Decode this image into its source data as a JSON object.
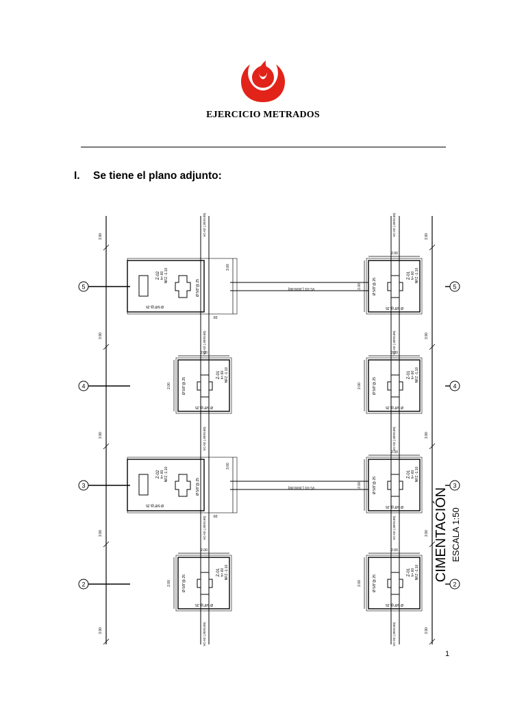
{
  "document": {
    "title": "EJERCICIO METRADOS",
    "section_number": "I.",
    "section_heading": "Se tiene el plano adjunto:",
    "page_number": "1"
  },
  "logo": {
    "icon": "flame-logo-icon",
    "color": "#e2231a"
  },
  "plan": {
    "title": "CIMENTACIÓN",
    "scale": "ESCALA 1:50",
    "axis_labels": [
      "5",
      "4",
      "3",
      "2"
    ],
    "span_dims": [
      "3.90",
      "3.90",
      "3.90",
      "3.90",
      "3.90"
    ],
    "footing_small": {
      "name": "Z-01",
      "depth": "h=.60",
      "level": "NFZ -1.10",
      "rebar": "Ø 5/8\"@.25",
      "width": "2.00"
    },
    "footing_large": {
      "name": "Z-02",
      "depth": "h=.60",
      "level": "NFZ -1.10",
      "rebar": "Ø 5/8\"@.25",
      "width": "3.00",
      "offset": ".60"
    },
    "beam_vertical": "VC-02 (.30X0.80)",
    "beam_horizontal": "VC-01 (.30X0.80)"
  }
}
